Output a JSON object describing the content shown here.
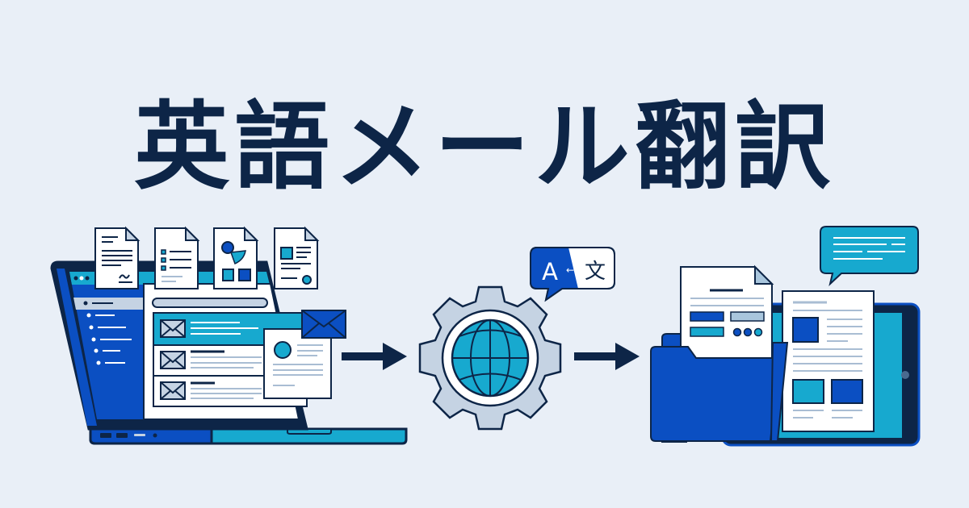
{
  "header": {
    "title": "英語メール翻訳"
  },
  "illustration": {
    "left_panel": {
      "description": "laptop-with-email-inbox",
      "documents": [
        "signed-document",
        "checklist-document",
        "chart-document",
        "image-document"
      ],
      "inbox_rows": 3,
      "sidebar_items": 6
    },
    "center_panel": {
      "description": "gear-with-globe",
      "badge": {
        "source_glyph": "A",
        "arrow_glyph": "←",
        "target_glyph": "文"
      }
    },
    "right_panel": {
      "description": "folder-with-translated-documents-and-tablet"
    }
  },
  "colors": {
    "background": "#e9eff7",
    "navy": "#0d2547",
    "royal_blue": "#0b4fc2",
    "cyan": "#17a9cf",
    "light_gray_blue": "#c5d3e3",
    "white": "#ffffff"
  }
}
